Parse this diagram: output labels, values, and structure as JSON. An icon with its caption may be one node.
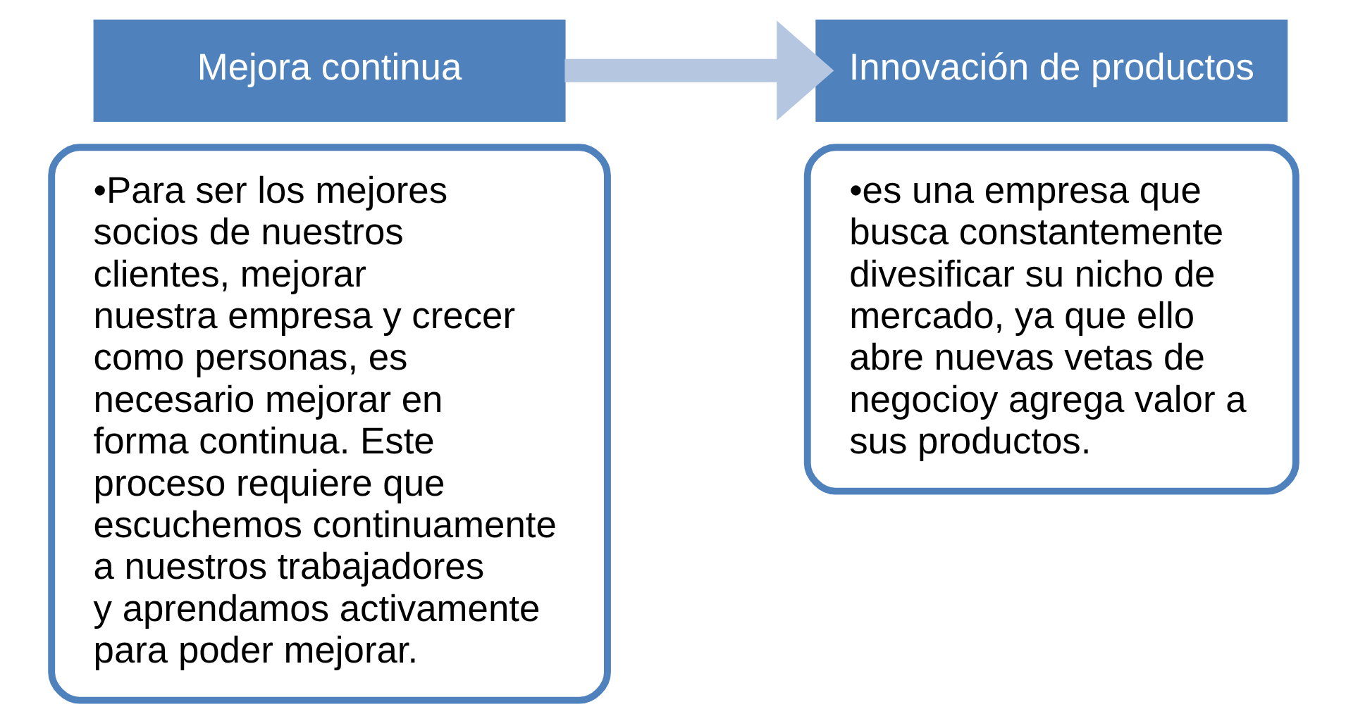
{
  "diagram": {
    "nodes": [
      {
        "text": [
          "Mejora continua"
        ]
      },
      {
        "text": [
          "•Para ser los mejores socios de nuestros clientes, mejorar nuestra empresa y crecer como personas, es necesario mejorar en forma continua. Este proceso requiere que escuchemos continuamente a nuestros trabajadores y aprendamos activamente para poder mejorar."
        ]
      },
      {
        "text": [
          "Innovación de productos"
        ]
      },
      {
        "text": [
          "•es una empresa que busca constantemente divesificar su nicho de mercado, ya que ello abre nuevas vetas de negocioy agrega valor a sus productos."
        ]
      }
    ],
    "edges": [
      {
        "from": 0,
        "to": 2,
        "arrow": "to"
      }
    ]
  }
}
